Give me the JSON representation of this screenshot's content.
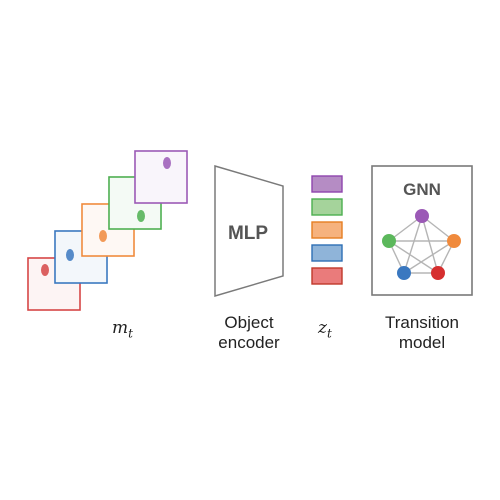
{
  "masks_label": "m",
  "masks_subscript": "t",
  "mask_frames": [
    {
      "border": "#d64545"
    },
    {
      "border": "#3a78c0"
    },
    {
      "border": "#f08a3c"
    },
    {
      "border": "#4caf50"
    },
    {
      "border": "#9b59b6"
    }
  ],
  "encoder": {
    "inside_label": "MLP",
    "caption_line1": "Object",
    "caption_line2": "encoder"
  },
  "latent": {
    "label": "z",
    "subscript": "t",
    "slots": [
      {
        "fill": "#b58cc4",
        "stroke": "#8e44ad"
      },
      {
        "fill": "#a5d39b",
        "stroke": "#4caf50"
      },
      {
        "fill": "#f6b27e",
        "stroke": "#e67e22"
      },
      {
        "fill": "#8fb4d9",
        "stroke": "#2e6fb5"
      },
      {
        "fill": "#ea7b7b",
        "stroke": "#c0392b"
      }
    ]
  },
  "transition": {
    "inside_label": "GNN",
    "caption_line1": "Transition",
    "caption_line2": "model",
    "nodes": [
      {
        "color": "#9b59b6"
      },
      {
        "color": "#f08a3c"
      },
      {
        "color": "#d62f2f"
      },
      {
        "color": "#3a78c0"
      },
      {
        "color": "#5cb85c"
      }
    ]
  }
}
